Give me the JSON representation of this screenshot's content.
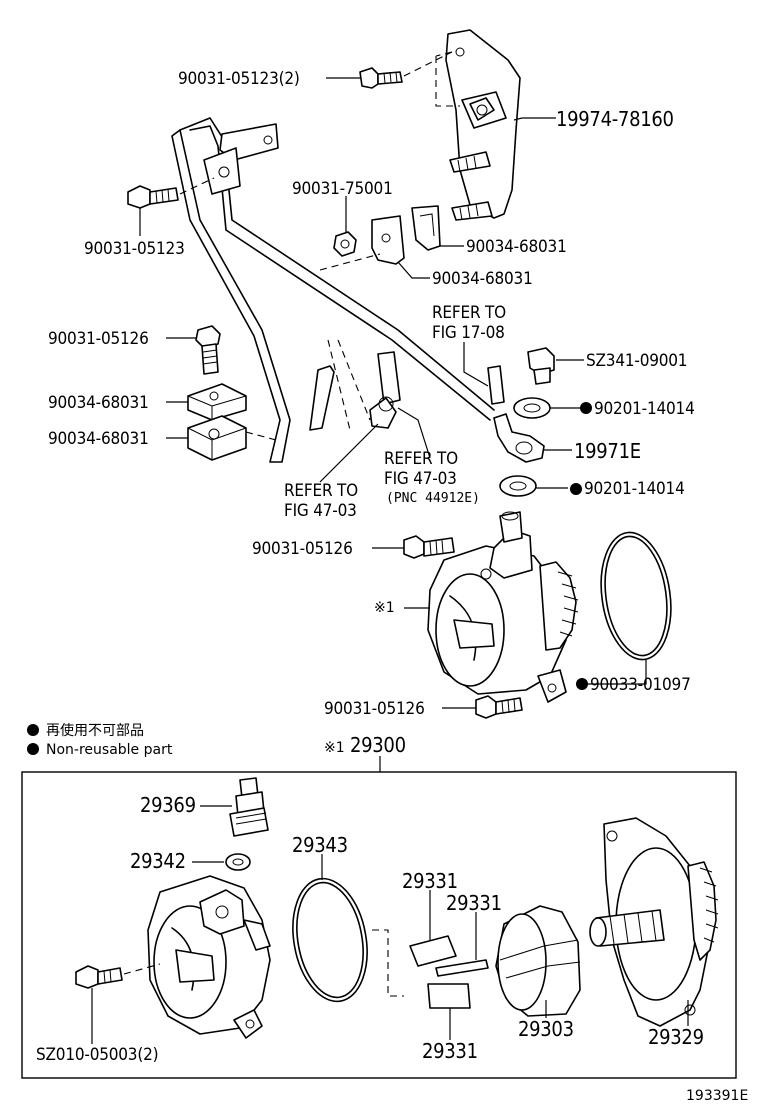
{
  "diagram_id": "193391E",
  "legend": {
    "japanese": "再使用不可部品",
    "english": "Non-reusable part"
  },
  "callouts": {
    "c_bolt_top": "90031-05123(2)",
    "c_bracket": "19974-78160",
    "c_bolt_left": "90031-05123",
    "c_nut": "90031-75001",
    "c_clamp_r1": "90034-68031",
    "c_clamp_r2": "90034-68031",
    "c_bolt_clamp": "90031-05126",
    "c_clamp_l1": "90034-68031",
    "c_clamp_l2": "90034-68031",
    "c_refer_1708_a": "REFER TO",
    "c_refer_1708_b": "FIG 17-08",
    "c_plug": "SZ341-09001",
    "c_gasket_1": "90201-14014",
    "c_union": "19971E",
    "c_refer_4703a_a": "REFER TO",
    "c_refer_4703a_b": "FIG 47-03",
    "c_refer_4703a_c": "(PNC 44912E)",
    "c_refer_4703b_a": "REFER TO",
    "c_refer_4703b_b": "FIG 47-03",
    "c_gasket_2": "90201-14014",
    "c_bolt_pump_top": "90031-05126",
    "c_ref_mark": "※1",
    "c_oring": "90033-01097",
    "c_bolt_pump_bottom": "90031-05126",
    "c_assy": "29300",
    "c_assy_mark": "※1"
  },
  "inset": {
    "c_29369": "29369",
    "c_29342": "29342",
    "c_29343": "29343",
    "c_29331_a": "29331",
    "c_29331_b": "29331",
    "c_29331_c": "29331",
    "c_29303": "29303",
    "c_29329": "29329",
    "c_sz010": "SZ010-05003(2)"
  }
}
